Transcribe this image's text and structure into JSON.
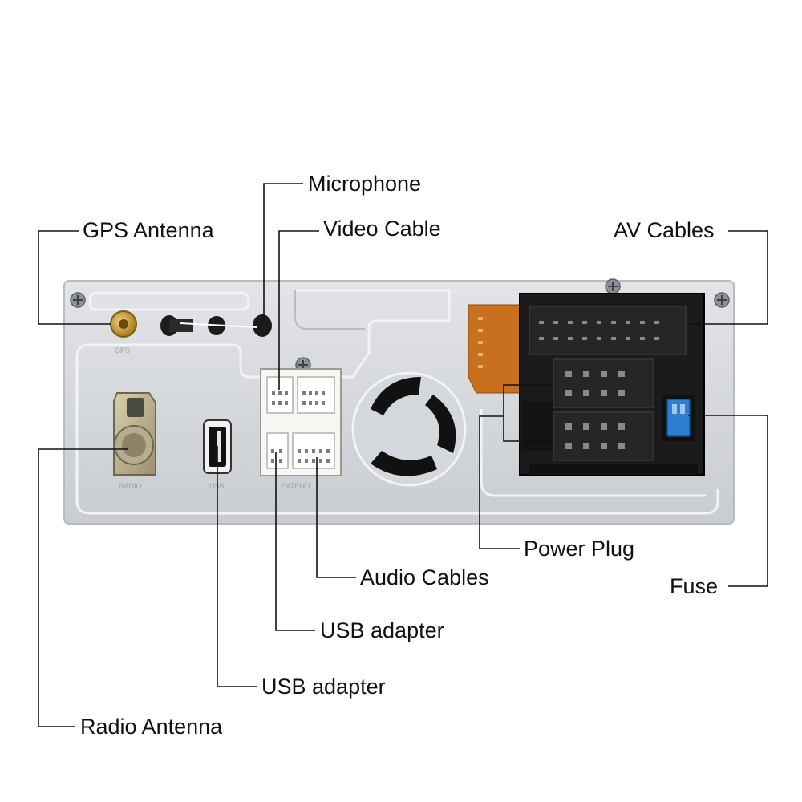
{
  "labels": {
    "microphone": "Microphone",
    "gps_antenna": "GPS Antenna",
    "video_cable": "Video Cable",
    "av_cables": "AV Cables",
    "power_plug": "Power Plug",
    "audio_cables": "Audio Cables",
    "fuse": "Fuse",
    "usb_adapter_1": "USB adapter",
    "usb_adapter_2": "USB adapter",
    "radio_antenna": "Radio Antenna"
  },
  "panel_marks": {
    "gps": "GPS",
    "radio": "RADIO",
    "usb": "USB",
    "extend": "EXTEND"
  },
  "colors": {
    "panel": "#d6d9dd",
    "connector_black": "#1a1a1a",
    "fuse_blue": "#2f7fd0",
    "flex_orange": "#c8701e",
    "leader_line": "#111111"
  }
}
